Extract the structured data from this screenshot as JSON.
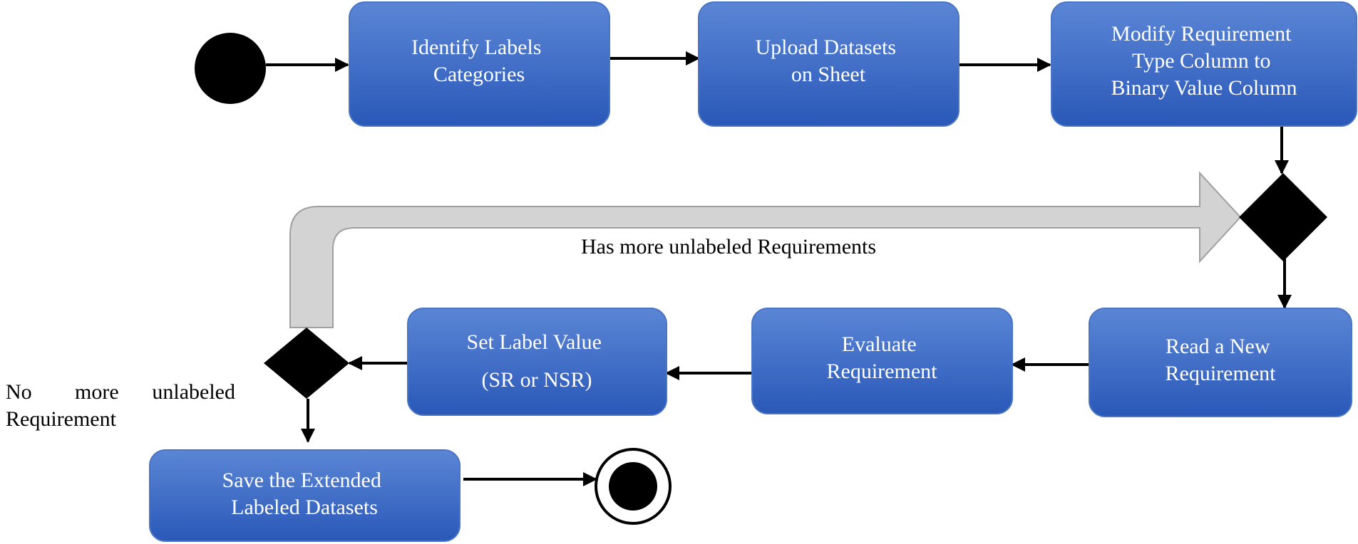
{
  "colors": {
    "node_top": "#5b86d6",
    "node_bottom": "#2a58b8",
    "node_border": "#4a74c4",
    "loop_arrow_fill": "#d3d3d3",
    "loop_arrow_stroke": "#a0a0a0",
    "ink": "#000000"
  },
  "nodes": {
    "identify": {
      "lines": [
        "Identify Labels",
        "Categories"
      ]
    },
    "upload": {
      "lines": [
        "Upload Datasets",
        "on Sheet"
      ]
    },
    "modify": {
      "lines": [
        "Modify Requirement",
        "Type Column to",
        "Binary Value Column"
      ]
    },
    "read": {
      "lines": [
        "Read a New",
        "Requirement"
      ]
    },
    "evaluate": {
      "lines": [
        "Evaluate",
        "Requirement"
      ]
    },
    "set_label": {
      "lines": [
        "Set Label Value",
        "(SR or NSR)"
      ]
    },
    "save": {
      "lines": [
        "Save the Extended",
        "Labeled Datasets"
      ]
    }
  },
  "labels": {
    "has_more": "Has more unlabeled Requirements",
    "no_more_line1_words": [
      "No",
      "more",
      "unlabeled"
    ],
    "no_more_line2": "Requirement"
  }
}
